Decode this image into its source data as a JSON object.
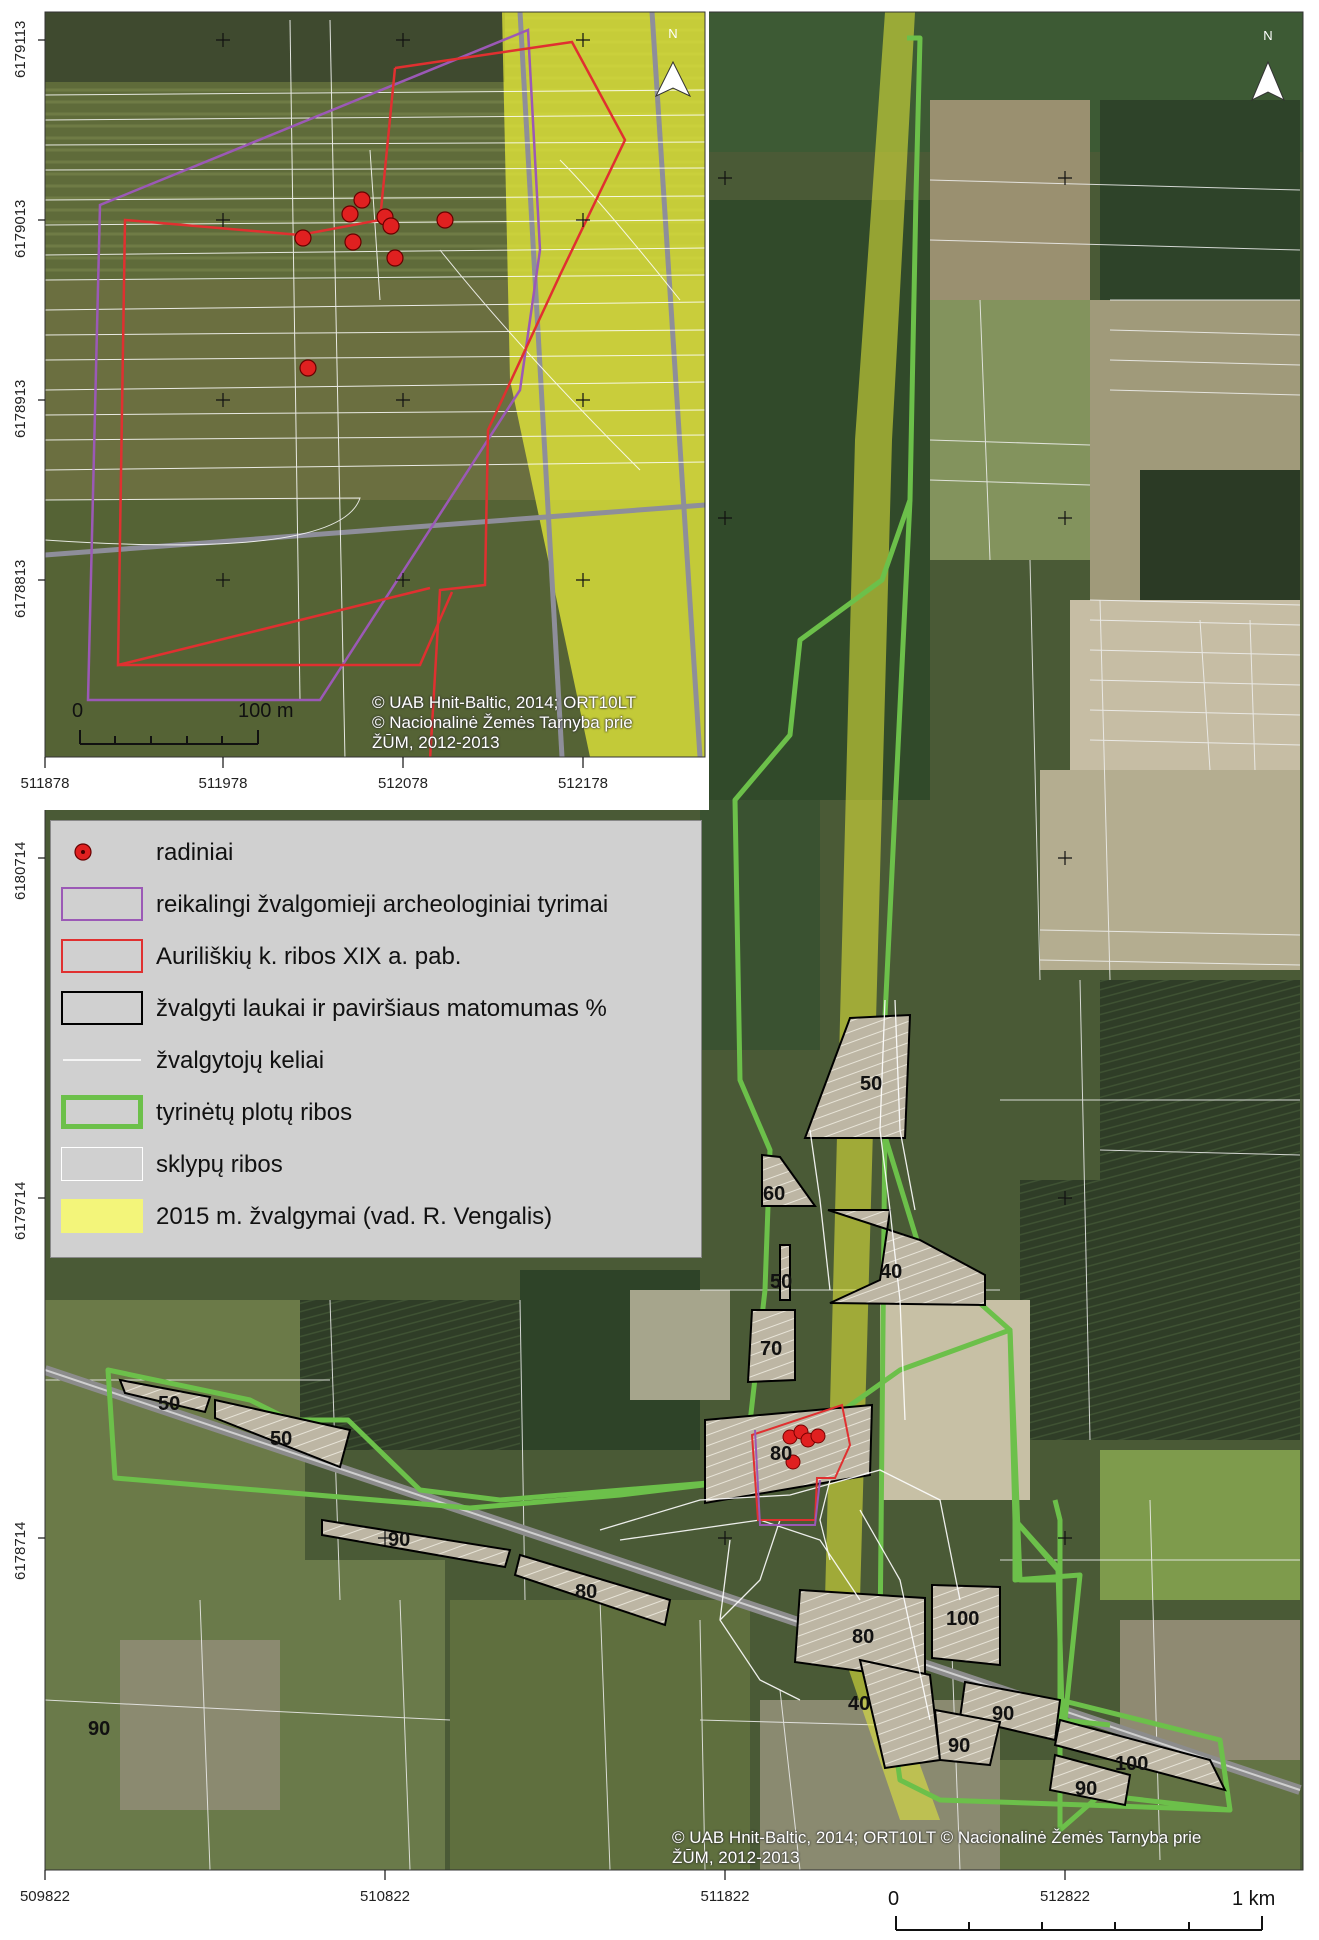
{
  "main_map": {
    "x_coords": [
      "509822",
      "510822",
      "511822",
      "512822"
    ],
    "y_coords": [
      "6180714",
      "6179714",
      "6178714"
    ],
    "field_labels": [
      {
        "value": "50"
      },
      {
        "value": "60"
      },
      {
        "value": "50"
      },
      {
        "value": "40"
      },
      {
        "value": "70"
      },
      {
        "value": "80"
      },
      {
        "value": "50"
      },
      {
        "value": "50"
      },
      {
        "value": "90"
      },
      {
        "value": "80"
      },
      {
        "value": "80"
      },
      {
        "value": "100"
      },
      {
        "value": "40"
      },
      {
        "value": "90"
      },
      {
        "value": "90"
      },
      {
        "value": "100"
      },
      {
        "value": "90"
      },
      {
        "value": "90"
      }
    ],
    "copyright_line1": "© UAB Hnit-Baltic, 2014; ORT10LT © Nacionalinė Žemės Tarnyba prie",
    "copyright_line2": "ŽŪM, 2012-2013",
    "scale": {
      "start": "0",
      "end": "1 km"
    },
    "north_label": "N"
  },
  "inset_map": {
    "x_coords": [
      "511878",
      "511978",
      "512078",
      "512178"
    ],
    "y_coords": [
      "6179113",
      "6179013",
      "6178913",
      "6178813"
    ],
    "copyright_line1": "© UAB Hnit-Baltic, 2014; ORT10LT",
    "copyright_line2": "© Nacionalinė Žemės Tarnyba prie",
    "copyright_line3": "ŽŪM, 2012-2013",
    "scale": {
      "start": "0",
      "end": "100 m"
    },
    "north_label": "N"
  },
  "legend": {
    "items": [
      {
        "label": "radiniai",
        "icon": "find-marker-icon"
      },
      {
        "label": "reikalingi žvalgomieji archeologiniai tyrimai",
        "color": "#9b59b6"
      },
      {
        "label": "Auriliškių k. ribos XIX a. pab.",
        "color": "#e03030"
      },
      {
        "label": "žvalgyti laukai ir paviršiaus matomumas %",
        "color": "#000000"
      },
      {
        "label": "žvalgytojų keliai",
        "color": "#ffffff"
      },
      {
        "label": "tyrinėtų plotų ribos",
        "color": "#6cc04a"
      },
      {
        "label": "sklypų ribos",
        "color": "#ffffff"
      },
      {
        "label": "2015 m. žvalgymai (vad. R. Vengalis)",
        "color": "#f3f57a"
      }
    ]
  },
  "colors": {
    "find_marker": "#e02020",
    "study_boundary": "#6cc04a",
    "village_boundary": "#e03030",
    "survey_need": "#9b59b6",
    "survey_2015": "#e8ec3a"
  }
}
